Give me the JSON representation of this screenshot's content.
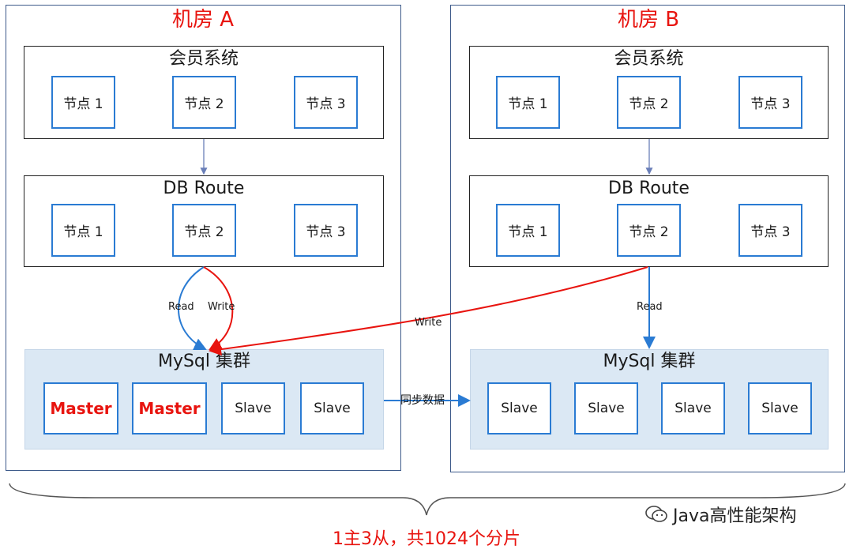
{
  "room_a": {
    "title": "机房 A",
    "member_system": {
      "title": "会员系统",
      "nodes": [
        "节点 1",
        "节点 2",
        "节点 3"
      ]
    },
    "db_route": {
      "title": "DB Route",
      "nodes": [
        "节点 1",
        "节点 2",
        "节点 3"
      ]
    },
    "edge_read": "Read",
    "edge_write": "Write",
    "mysql_cluster": {
      "title": "MySql 集群",
      "dbs": [
        "Master",
        "Master",
        "Slave",
        "Slave"
      ]
    }
  },
  "room_b": {
    "title": "机房 B",
    "member_system": {
      "title": "会员系统",
      "nodes": [
        "节点 1",
        "节点 2",
        "节点 3"
      ]
    },
    "db_route": {
      "title": "DB Route",
      "nodes": [
        "节点 1",
        "节点 2",
        "节点 3"
      ]
    },
    "edge_read": "Read",
    "edge_write_cross": "Write",
    "mysql_cluster": {
      "title": "MySql 集群",
      "dbs": [
        "Slave",
        "Slave",
        "Slave",
        "Slave"
      ]
    }
  },
  "sync_label": "同步数据",
  "footer_text": "1主3从，共1024个分片",
  "watermark_text": "Java高性能架构",
  "colors": {
    "accent_red": "#e8140f",
    "node_blue": "#2a7bd3",
    "cluster_bg": "#dbe8f4"
  }
}
